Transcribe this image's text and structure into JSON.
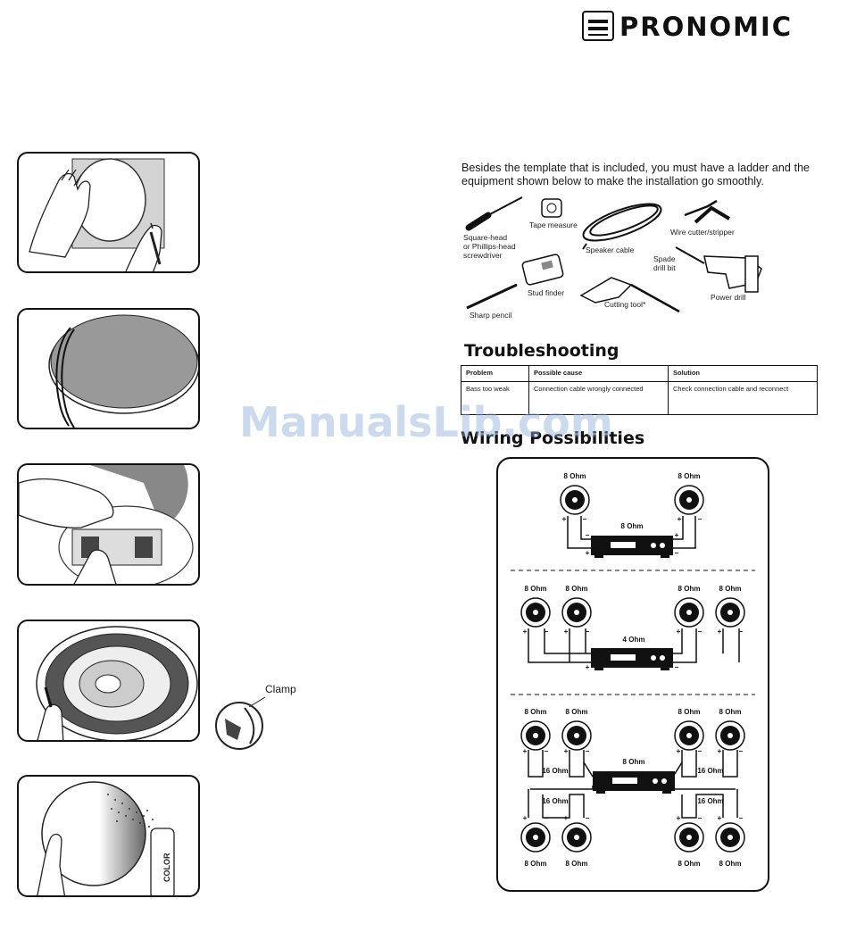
{
  "brand": {
    "name": "PRONOMIC"
  },
  "intro_text": "Besides the template that is included, you must have a ladder and the equipment shown below to make the installation go smoothly.",
  "tools": {
    "screwdriver": "Square-head or Phillips-head screwdriver",
    "screwdriver_l1": "Square-head",
    "screwdriver_l2": "or Phillips-head",
    "screwdriver_l3": "screwdriver",
    "tape": "Tape measure",
    "cable": "Speaker cable",
    "cutter": "Wire cutter/stripper",
    "spade_l1": "Spade",
    "spade_l2": "drill bit",
    "drill": "Power drill",
    "stud": "Stud finder",
    "cutting": "Cutting tool*",
    "pencil": "Sharp pencil"
  },
  "troubleshooting": {
    "title": "Troubleshooting",
    "headers": [
      "Problem",
      "Possible cause",
      "Solution"
    ],
    "rows": [
      [
        "Bass too weak",
        "Connection cable wrongly connected",
        "Check connection cable and reconnect"
      ]
    ]
  },
  "watermark": "ManualsLib.com",
  "wiring": {
    "title": "Wiring Possibilities",
    "ohm8": "8 Ohm",
    "ohm4": "4 Ohm",
    "ohm16": "16 Ohm",
    "plus": "+",
    "minus": "−"
  },
  "clamp_label": "Clamp",
  "spray_label": "COLOR"
}
